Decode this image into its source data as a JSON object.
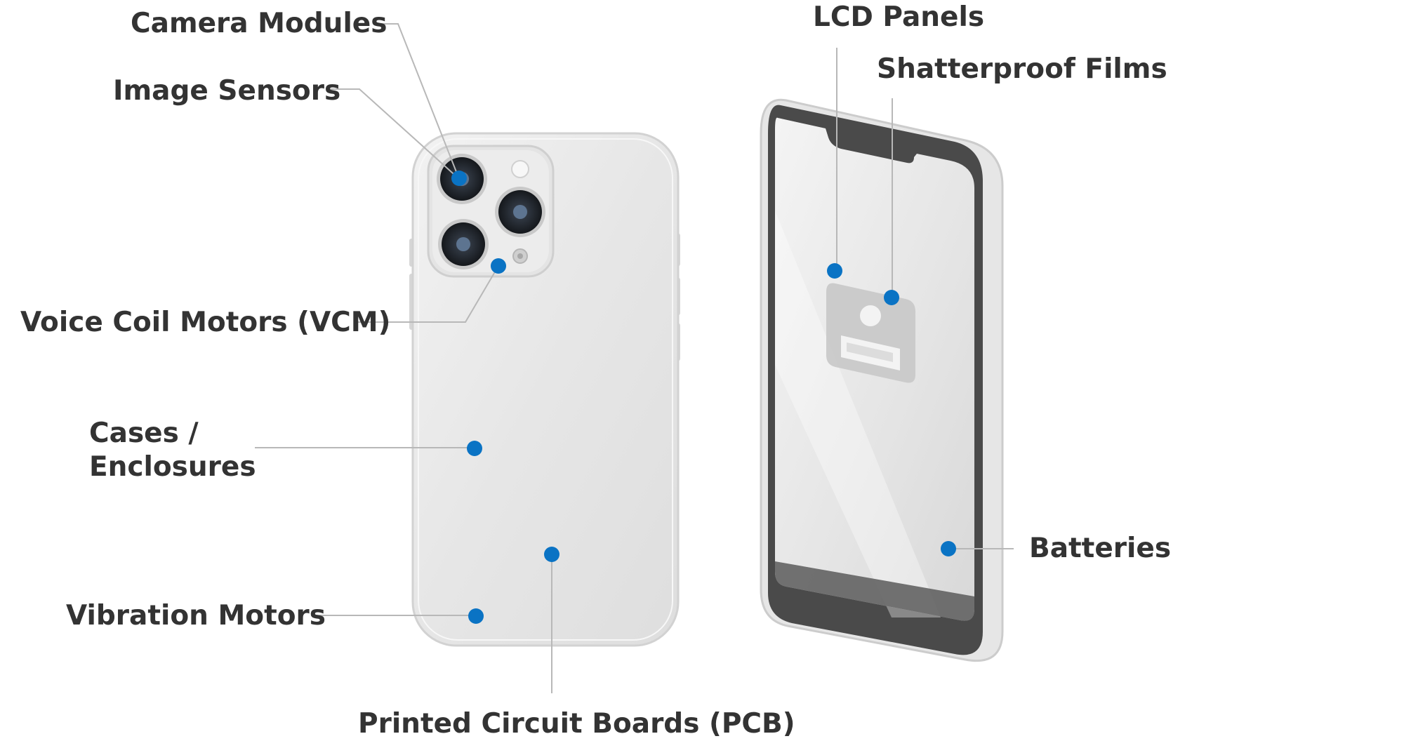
{
  "labels": {
    "camera_modules": "Camera Modules",
    "image_sensors": "Image Sensors",
    "voice_coil_motors": "Voice Coil Motors (VCM)",
    "cases_line1": "Cases /",
    "cases_line2": "Enclosures",
    "vibration_motors": "Vibration Motors",
    "pcb": "Printed Circuit Boards (PCB)",
    "lcd_panels": "LCD Panels",
    "shatterproof_films": "Shatterproof Films",
    "batteries": "Batteries"
  },
  "colors": {
    "marker": "#0a73c4",
    "leader": "#b8b8b8",
    "text": "#333333",
    "phone_body": "#ededed",
    "screen_bezel": "#4a4a4a"
  }
}
